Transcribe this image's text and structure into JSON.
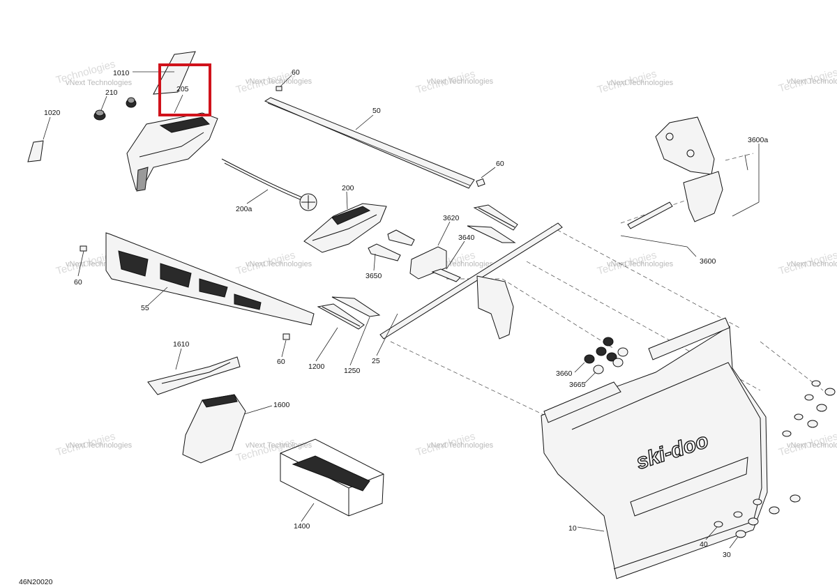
{
  "diagram_id": "46N20020",
  "watermark": {
    "line1": "vNext Technologies",
    "line2": "Technologies"
  },
  "callouts": [
    "1010",
    "210",
    "205",
    "1020",
    "60",
    "50",
    "200",
    "200a",
    "3620",
    "3640",
    "3650",
    "25",
    "55",
    "1200",
    "1250",
    "1610",
    "1600",
    "1400",
    "3660",
    "3665",
    "3600",
    "3600a",
    "10",
    "40",
    "30"
  ],
  "logo_text": "ski-doo",
  "colors": {
    "highlight": "#d0121b",
    "line": "#111111",
    "watermark": "#b9b9b9"
  }
}
